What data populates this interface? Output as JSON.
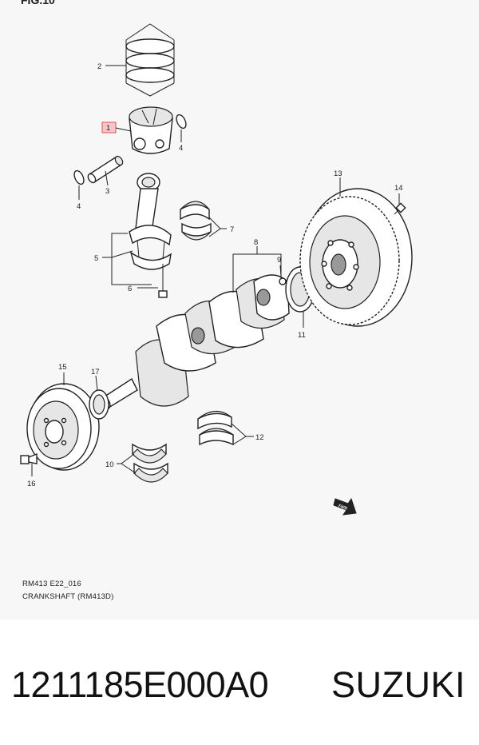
{
  "figure": {
    "title": "FIG.10",
    "caption_code": "RM413 E22_016",
    "caption_title": "CRANKSHAFT (RM413D)",
    "fwd_label": "FWD",
    "highlight_color": "#d9534f"
  },
  "callouts": {
    "c1": "1",
    "c2": "2",
    "c3": "3",
    "c4a": "4",
    "c4b": "4",
    "c5": "5",
    "c6": "6",
    "c7": "7",
    "c8": "8",
    "c9": "9",
    "c10": "10",
    "c11": "11",
    "c12": "12",
    "c13": "13",
    "c14": "14",
    "c15": "15",
    "c16": "16",
    "c17": "17"
  },
  "footer": {
    "part_number": "1211185E000A0",
    "brand": "SUZUKI"
  }
}
